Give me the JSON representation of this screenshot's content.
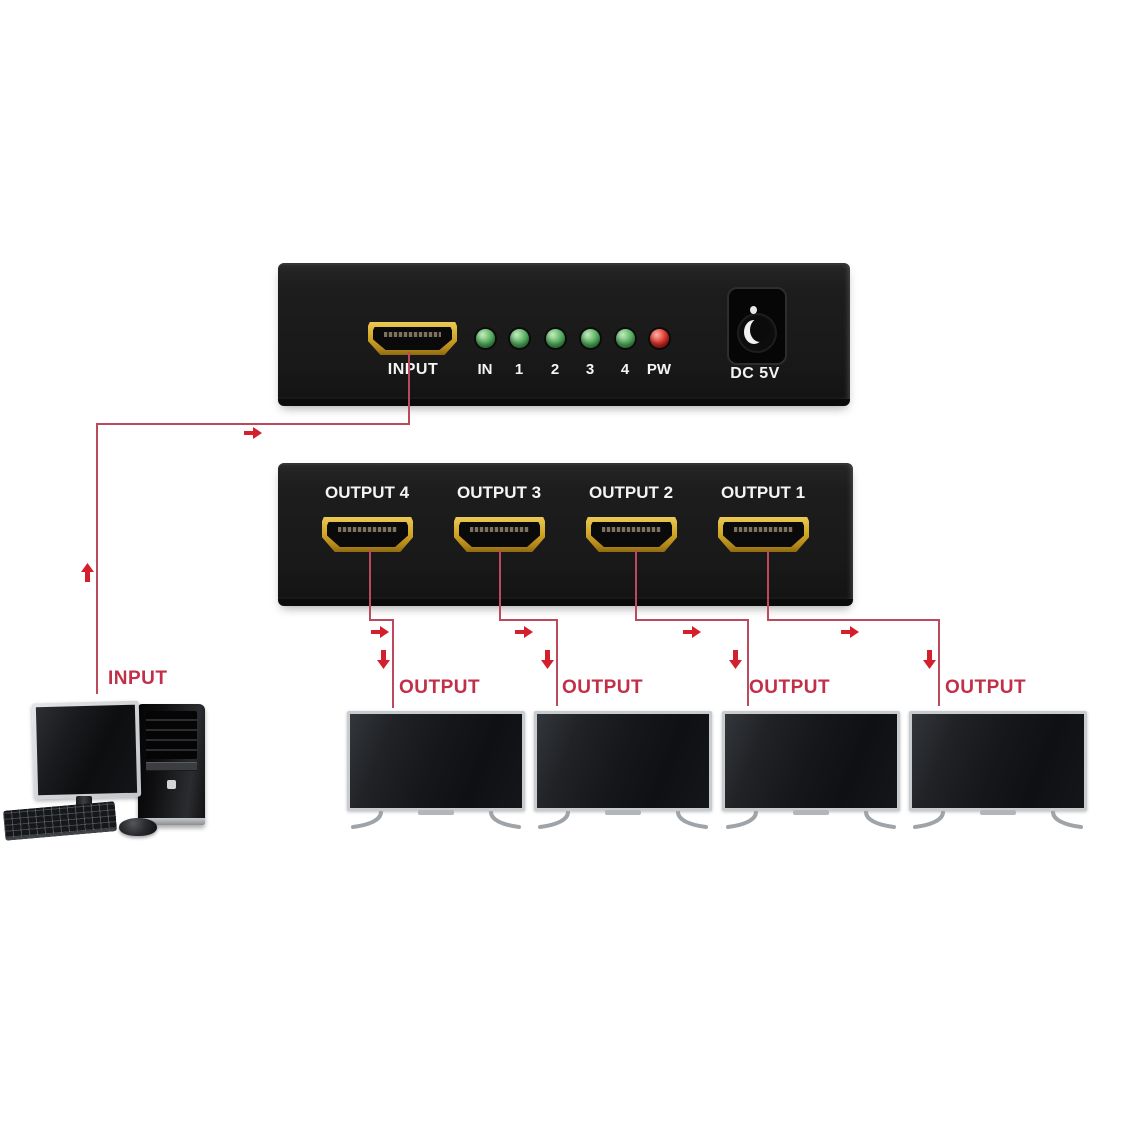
{
  "colors": {
    "cable_red": "#bd4a5c",
    "arrow_red": "#d41f2d",
    "label_red": "#c22f48",
    "panel_black": "#1c1c1c",
    "hdmi_gold": "#d2a928"
  },
  "splitter_front": {
    "input_port_label": "INPUT",
    "leds": [
      {
        "label": "IN",
        "color": "green"
      },
      {
        "label": "1",
        "color": "green"
      },
      {
        "label": "2",
        "color": "green"
      },
      {
        "label": "3",
        "color": "green"
      },
      {
        "label": "4",
        "color": "green"
      },
      {
        "label": "PW",
        "color": "red"
      }
    ],
    "dc_label": "DC 5V"
  },
  "splitter_outputs": {
    "ports": [
      {
        "label": "OUTPUT 4"
      },
      {
        "label": "OUTPUT 3"
      },
      {
        "label": "OUTPUT 2"
      },
      {
        "label": "OUTPUT 1"
      }
    ]
  },
  "connections": {
    "source_label": "INPUT",
    "output_labels": [
      "OUTPUT",
      "OUTPUT",
      "OUTPUT",
      "OUTPUT"
    ]
  }
}
